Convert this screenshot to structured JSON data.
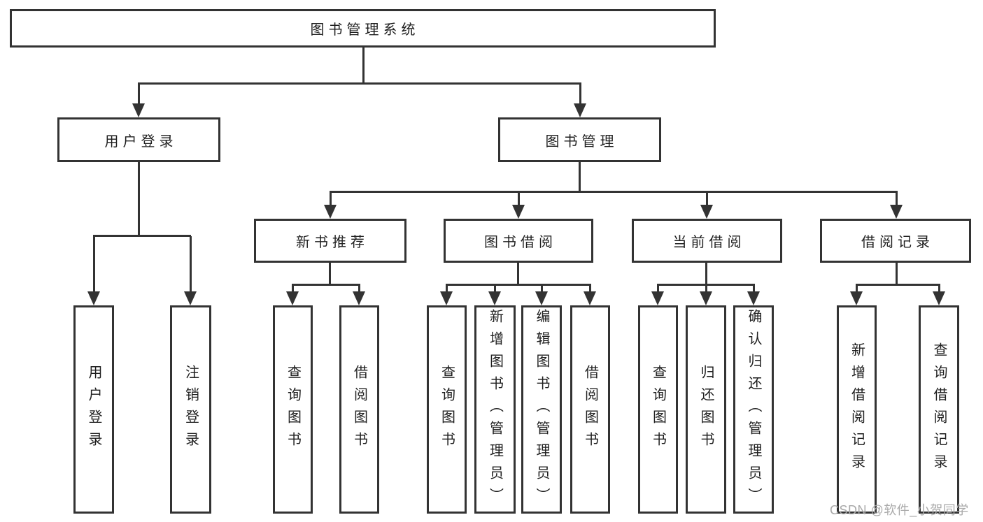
{
  "diagram": {
    "root": {
      "label": "图书管理系统"
    },
    "user_branch": {
      "label": "用户登录",
      "children": [
        {
          "label": "用户登录"
        },
        {
          "label": "注销登录"
        }
      ]
    },
    "book_branch": {
      "label": "图书管理",
      "sections": [
        {
          "label": "新书推荐",
          "children": [
            {
              "label": "查询图书"
            },
            {
              "label": "借阅图书"
            }
          ]
        },
        {
          "label": "图书借阅",
          "children": [
            {
              "label": "查询图书"
            },
            {
              "label": "新增图书（管理员）"
            },
            {
              "label": "编辑图书（管理员）"
            },
            {
              "label": "借阅图书"
            }
          ]
        },
        {
          "label": "当前借阅",
          "children": [
            {
              "label": "查询图书"
            },
            {
              "label": "归还图书"
            },
            {
              "label": "确认归还（管理员）"
            }
          ]
        },
        {
          "label": "借阅记录",
          "children": [
            {
              "label": "新增借阅记录"
            },
            {
              "label": "查询借阅记录"
            }
          ]
        }
      ]
    }
  },
  "watermark": {
    "text": "CSDN @软件_小贺同学"
  },
  "colors": {
    "line": "#333333",
    "text": "#1f1f1f",
    "watermark": "#a9a9a9",
    "background": "#ffffff"
  }
}
